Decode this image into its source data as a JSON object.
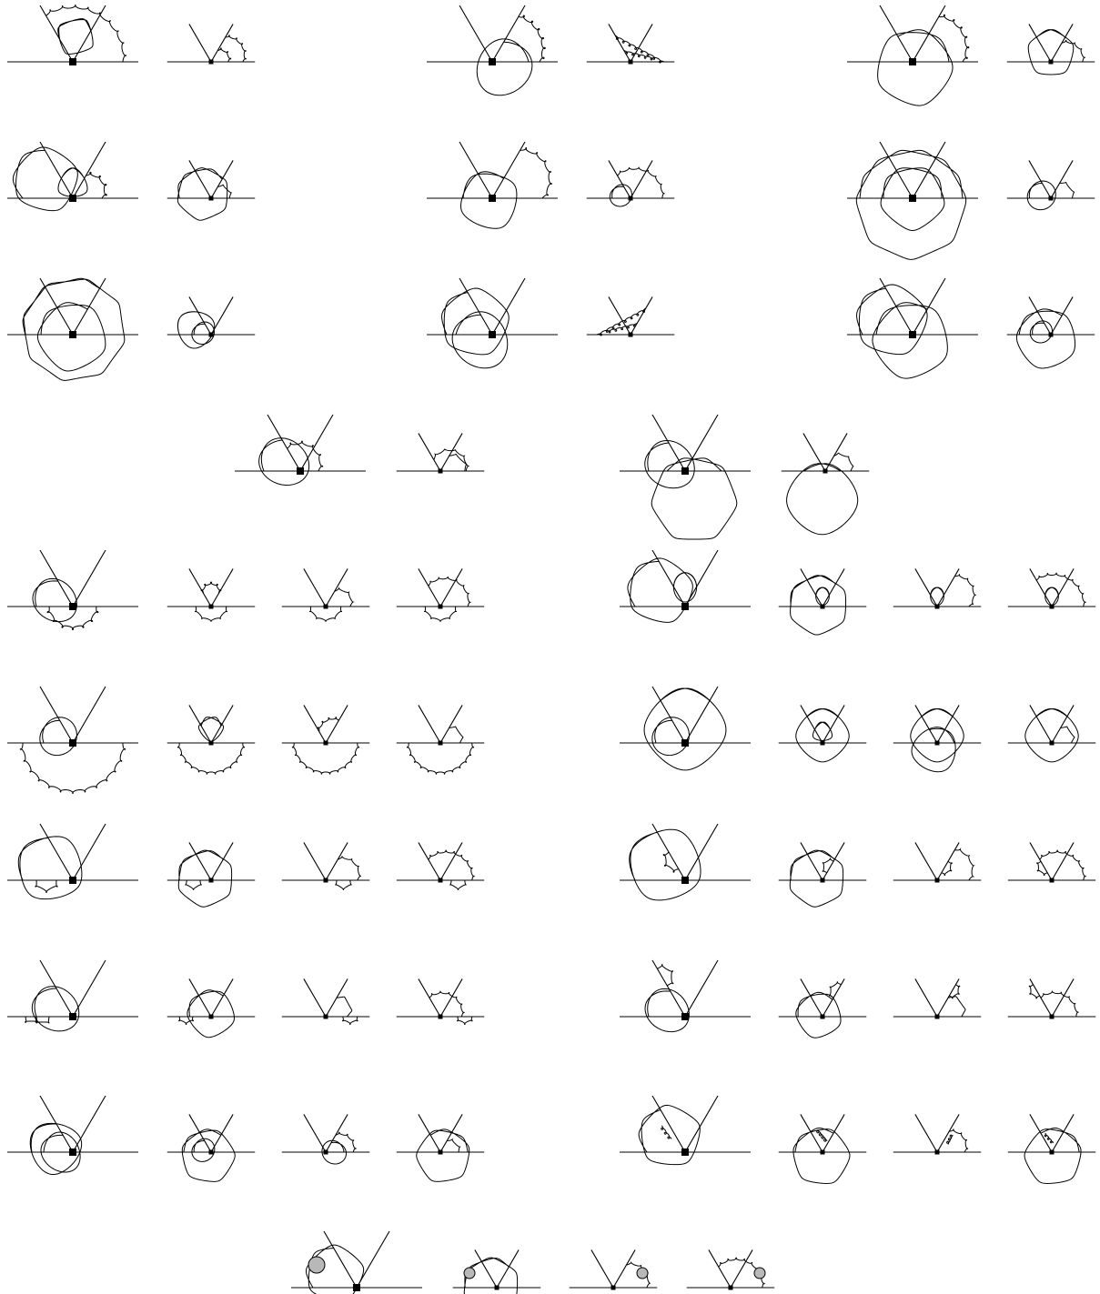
{
  "figure": {
    "description_text": "",
    "rows": [
      {
        "row": 1,
        "panels": 3,
        "diagrams_per_panel": 2
      },
      {
        "row": 2,
        "panels": 3,
        "diagrams_per_panel": 2
      },
      {
        "row": 3,
        "panels": 3,
        "diagrams_per_panel": 2
      },
      {
        "row": 4,
        "panels": 2,
        "diagrams_per_panel": 2
      },
      {
        "row": 5,
        "panels": 2,
        "diagrams_per_panel": 4
      },
      {
        "row": 6,
        "panels": 2,
        "diagrams_per_panel": 4
      },
      {
        "row": 7,
        "panels": 2,
        "diagrams_per_panel": 4
      },
      {
        "row": 8,
        "panels": 2,
        "diagrams_per_panel": 4
      },
      {
        "row": 9,
        "panels": 2,
        "diagrams_per_panel": 4
      },
      {
        "row": 10,
        "panels": 1,
        "diagrams_per_panel": 4
      }
    ],
    "colors": {
      "line": "#000000",
      "blob": "#b8b8b8",
      "background": "#ffffff"
    }
  }
}
